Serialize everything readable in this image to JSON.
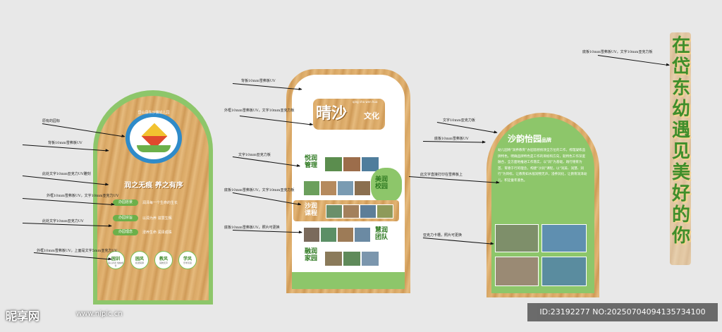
{
  "panel_left": {
    "badge_text": "岱山县东沙镇幼儿园",
    "title": "润之无痕 养之有序",
    "rows": [
      {
        "tag": "办园愿景",
        "text": "润泽每一个生命的生长"
      },
      {
        "tag": "办园宗旨",
        "text": "以润为养 滋慧生辉"
      },
      {
        "tag": "办园理念",
        "text": "浸养生命 润泽成珠"
      }
    ],
    "circles": [
      {
        "label": "园训",
        "sub": "润心养德 悦纳成长"
      },
      {
        "label": "园风",
        "sub": "和谐润泽"
      },
      {
        "label": "教风",
        "sub": "润物无声"
      },
      {
        "label": "学风",
        "sub": "乐学善思"
      }
    ]
  },
  "panel_middle": {
    "title_main": "晴沙",
    "title_sub": "文化",
    "title_en": "qing sha wen hua",
    "sections": [
      {
        "label_top": "悦润",
        "label_bottom": "管理"
      },
      {
        "label_top": "美润",
        "label_bottom": "校园"
      },
      {
        "label_top": "沙润",
        "label_bottom": "课程"
      },
      {
        "label_top": "慧润",
        "label_bottom": "团队"
      },
      {
        "label_top": "融润",
        "label_bottom": "家园"
      }
    ]
  },
  "panel_right": {
    "title": "沙韵怡园",
    "title_suffix": "品牌",
    "paragraph": "幼儿园将“润养教育”办园思想统领全方位的工作，梳理凝练品牌特色，明确品牌特色是工作的目标和方向，就特色工作深度融合，全方面地推进工作落实，以“润”为基础，践行德育为首，育德于行的理念，构建“沙润”课程，以“润美、润慧、润行”为目标，让教育如水般润物无声，浸养润化，让教育润泽幼儿，积淀童年底色。"
  },
  "slogan": "在岱东幼遇见美好的你",
  "annotations": {
    "a1": "原有的园标",
    "a2": "背板10mm雪弗板UV",
    "a3": "此处文字10mm亚克力UV雕刻",
    "a4": "外框10mm雪弗板UV，文字10mm亚克力UV",
    "a5": "此处文字10mm亚克力UV",
    "a6": "外框10mm雪弗板UV，上面是文字5mm亚克力UV",
    "a7": "背板10mm雪弗板UV",
    "a8": "外框10mm雪弗板UV，文字10mm亚克力板",
    "a9": "文字10mm亚克力板",
    "a10": "底板10mm雪弗板UV，文字10mm亚克力板",
    "a11": "底板10mm雪弗板UV，照片可更换",
    "a12": "文字10mm亚克力板",
    "a13": "底板10mm雪弗板UV",
    "a14": "此文字直接打印在雪弗板上",
    "a15": "亚克力卡槽，照片可更换",
    "a16": "底板10mm雪弗板UV，文字10mm亚克力板"
  },
  "watermark": {
    "logo": "昵享网",
    "site": "www.nipic.cn",
    "id": "ID:23192277 NO:20250704094135734100"
  }
}
